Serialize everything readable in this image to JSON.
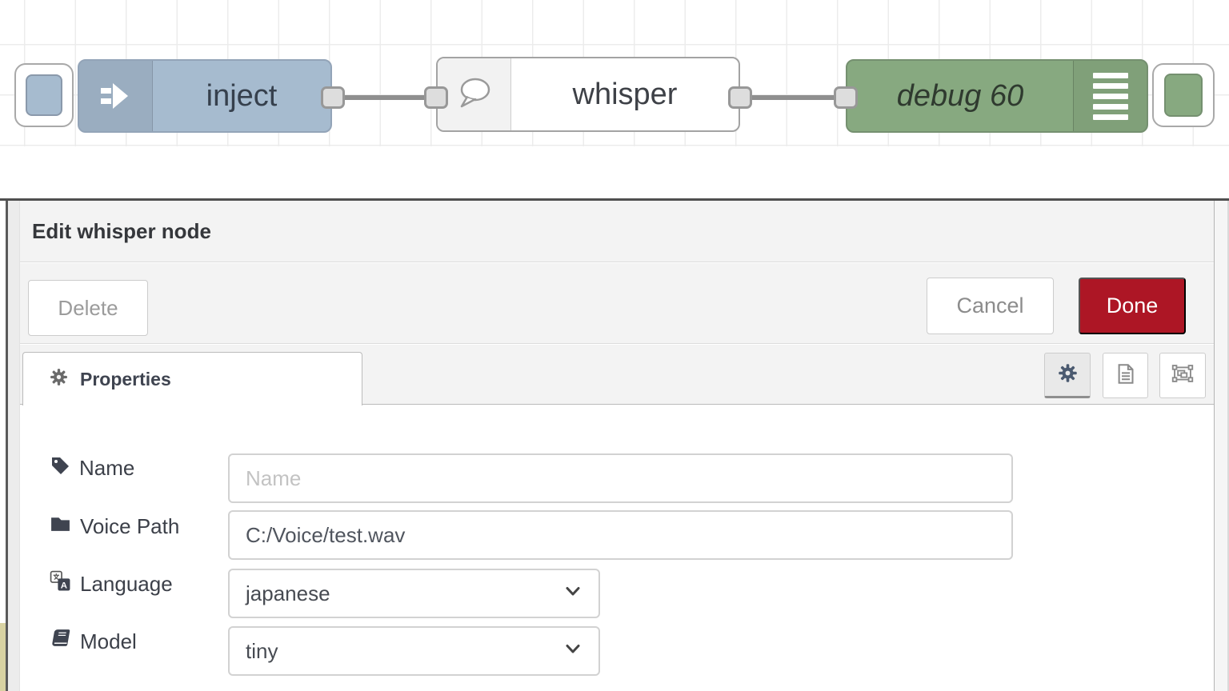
{
  "flow": {
    "nodes": [
      {
        "id": "inject",
        "label": "inject",
        "color": "#a6bbcf"
      },
      {
        "id": "whisper",
        "label": "whisper",
        "color": "#ffffff"
      },
      {
        "id": "debug",
        "label": "debug 60",
        "color": "#87a980"
      }
    ],
    "icons": [
      "inject-arrow-icon",
      "speech-bubble-icon",
      "debug-list-icon"
    ]
  },
  "dialog": {
    "title": "Edit whisper node",
    "buttons": {
      "delete": "Delete",
      "cancel": "Cancel",
      "done": "Done"
    },
    "tab": {
      "label": "Properties",
      "icon": "gear-icon"
    },
    "toolbar_icons": [
      "gear-icon",
      "document-icon",
      "appearance-icon"
    ],
    "fields": {
      "name": {
        "label": "Name",
        "placeholder": "Name",
        "value": "",
        "icon": "tag-icon"
      },
      "voice_path": {
        "label": "Voice Path",
        "value": "C:/Voice/test.wav",
        "icon": "folder-icon"
      },
      "language": {
        "label": "Language",
        "value": "japanese",
        "icon": "language-icon"
      },
      "model": {
        "label": "Model",
        "value": "tiny",
        "icon": "book-icon"
      }
    }
  },
  "colors": {
    "done_button": "#ad1625",
    "inject_node": "#a6bbcf",
    "debug_node": "#87a980",
    "wire": "#8f8f8f",
    "tray_background": "#f3f3f3"
  }
}
